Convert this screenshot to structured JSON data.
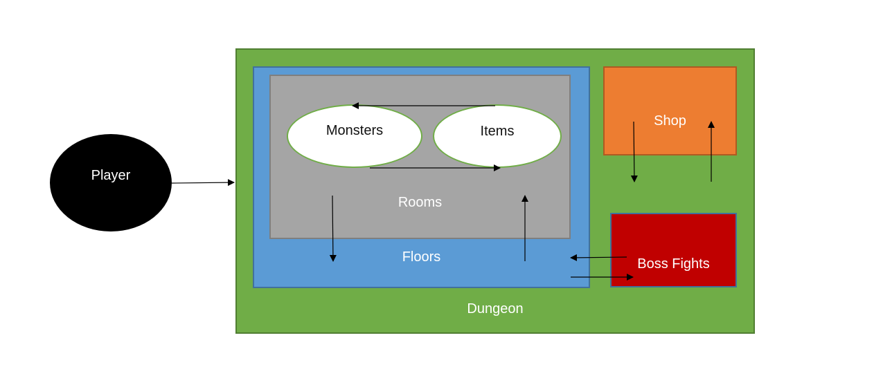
{
  "nodes": {
    "player": "Player",
    "dungeon": "Dungeon",
    "floors": "Floors",
    "rooms": "Rooms",
    "monsters": "Monsters",
    "items": "Items",
    "shop": "Shop",
    "boss_fights": "Boss Fights"
  },
  "colors": {
    "player": "#000000",
    "dungeon": "#70ad47",
    "floors": "#5b9bd5",
    "rooms": "#a5a5a5",
    "ellipse": "#ffffff",
    "shop": "#ed7d31",
    "boss_fights": "#c00000",
    "arrow": "#000000"
  },
  "edges": [
    {
      "from": "Player",
      "to": "Dungeon"
    },
    {
      "from": "Items",
      "to": "Monsters"
    },
    {
      "from": "Monsters",
      "to": "Items"
    },
    {
      "from": "Rooms",
      "to": "Floors"
    },
    {
      "from": "Floors",
      "to": "Rooms"
    },
    {
      "from": "Shop",
      "to": "Boss Fights"
    },
    {
      "from": "Boss Fights",
      "to": "Shop"
    },
    {
      "from": "Boss Fights",
      "to": "Floors"
    },
    {
      "from": "Floors",
      "to": "Boss Fights"
    }
  ]
}
